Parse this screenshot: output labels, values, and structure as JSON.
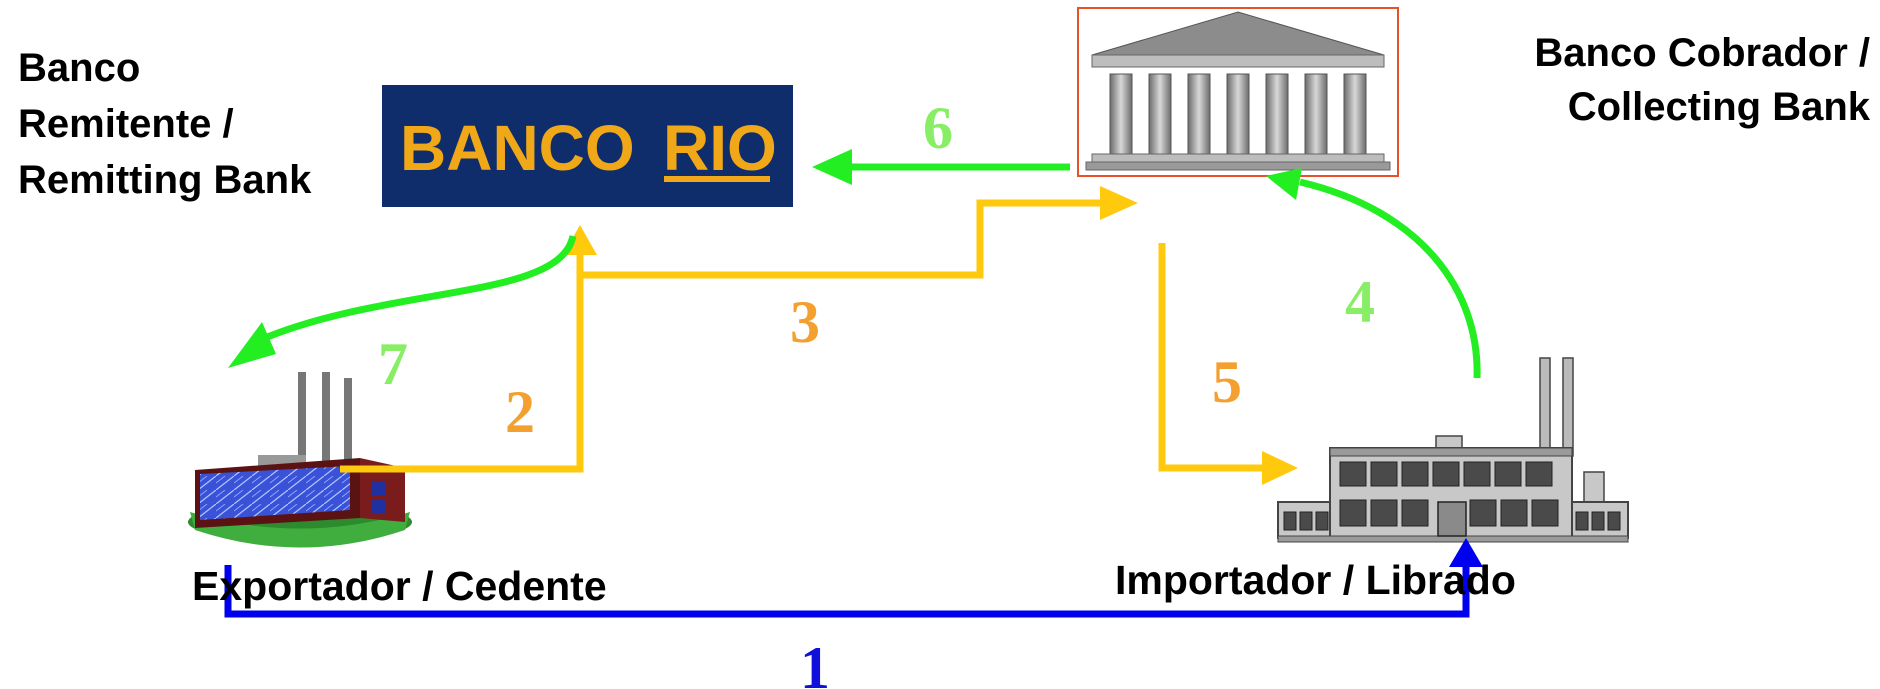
{
  "labels": {
    "remitting_bank": [
      "Banco",
      "Remitente /",
      "Remitting Bank"
    ],
    "collecting_bank": [
      "Banco Cobrador /",
      "Collecting Bank"
    ],
    "exporter": "Exportador / Cedente",
    "importer": "Importador / Librado"
  },
  "logo": {
    "text_a": "BANCO",
    "text_b": "RIO"
  },
  "steps": [
    "1",
    "2",
    "3",
    "4",
    "5",
    "6",
    "7"
  ],
  "colors": {
    "green": "#22ee22",
    "yellow": "#ffc90e",
    "blue": "#0000ee",
    "step_green": "#88ee66",
    "step_orange": "#f4a030",
    "step_blue": "#1010dd",
    "logo_bg": "#0f2d6b",
    "logo_text": "#f0a818"
  }
}
